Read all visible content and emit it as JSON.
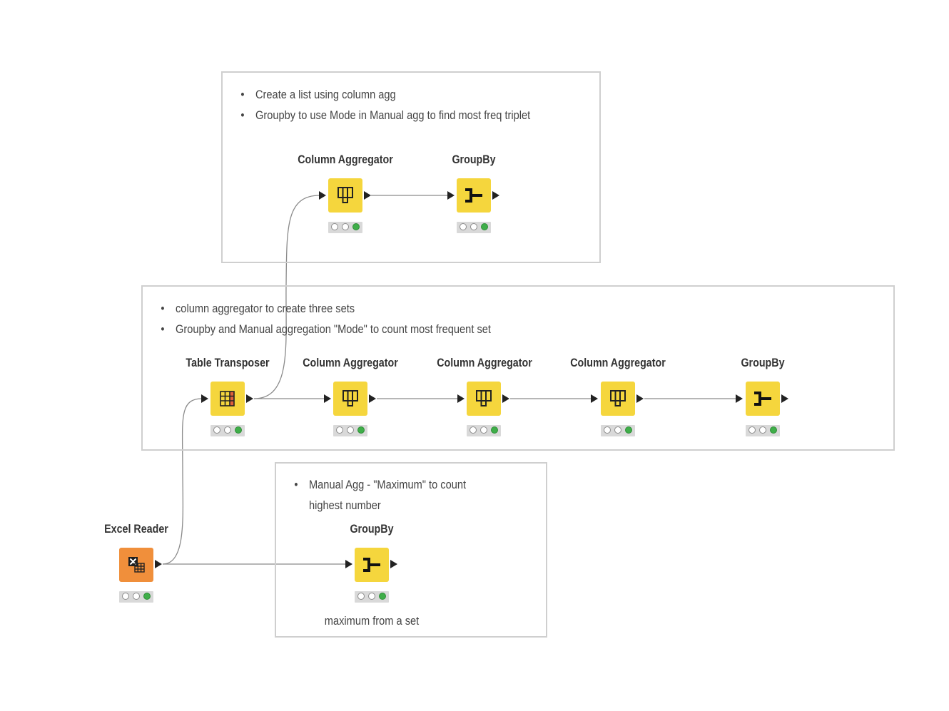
{
  "annotations": {
    "top": {
      "bullets": [
        "Create a list using column agg",
        "Groupby to use Mode in Manual agg to find most freq triplet"
      ]
    },
    "middle": {
      "bullets": [
        "column aggregator to create three sets",
        "Groupby and Manual aggregation \"Mode\" to count most frequent set"
      ]
    },
    "bottom": {
      "bullets": [
        "Manual Agg - \"Maximum\" to count",
        "highest number"
      ]
    }
  },
  "nodes": {
    "top_column_aggregator": {
      "title": "Column Aggregator",
      "icon": "column-aggregator-icon",
      "status": [
        "off",
        "off",
        "on"
      ]
    },
    "top_groupby": {
      "title": "GroupBy",
      "icon": "groupby-icon",
      "status": [
        "off",
        "off",
        "on"
      ]
    },
    "table_transposer": {
      "title": "Table Transposer",
      "icon": "table-transposer-icon",
      "status": [
        "off",
        "off",
        "on"
      ]
    },
    "column_aggregator_1": {
      "title": "Column Aggregator",
      "icon": "column-aggregator-icon",
      "status": [
        "off",
        "off",
        "on"
      ]
    },
    "column_aggregator_2": {
      "title": "Column Aggregator",
      "icon": "column-aggregator-icon",
      "status": [
        "off",
        "off",
        "on"
      ]
    },
    "column_aggregator_3": {
      "title": "Column Aggregator",
      "icon": "column-aggregator-icon",
      "status": [
        "off",
        "off",
        "on"
      ]
    },
    "mid_groupby": {
      "title": "GroupBy",
      "icon": "groupby-icon",
      "status": [
        "off",
        "off",
        "on"
      ]
    },
    "excel_reader": {
      "title": "Excel Reader",
      "icon": "excel-reader-icon",
      "status": [
        "off",
        "off",
        "on"
      ]
    },
    "bottom_groupby": {
      "title": "GroupBy",
      "icon": "groupby-icon",
      "status": [
        "off",
        "off",
        "on"
      ],
      "caption": "maximum from a set"
    }
  },
  "colors": {
    "manipulator_node": "#f5d63d",
    "source_node": "#f08f3b",
    "status_executed": "#3fae49",
    "annotation_border": "#cfcfcf",
    "connection": "#888888"
  }
}
